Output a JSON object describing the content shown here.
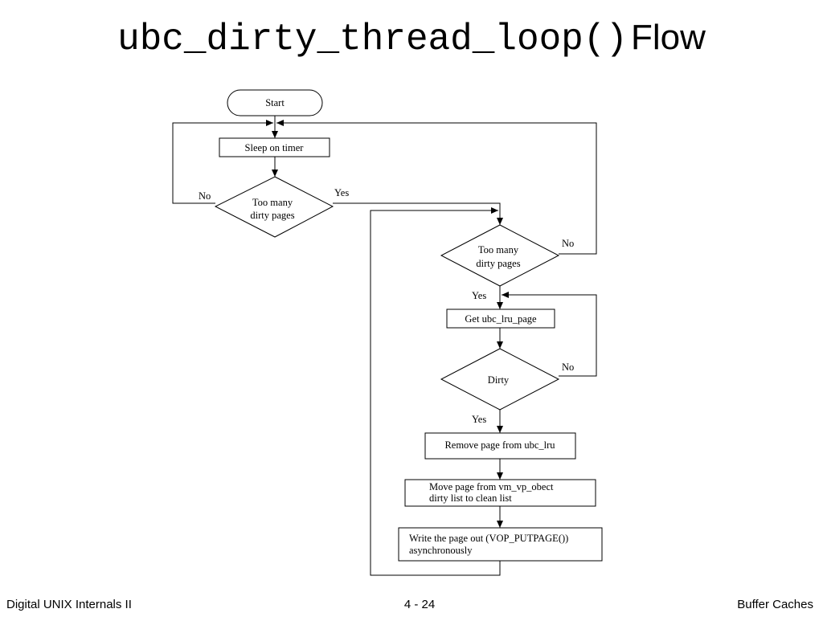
{
  "title": {
    "code": "ubc_dirty_thread_loop()",
    "text": "Flow"
  },
  "diagram": {
    "start": "Start",
    "sleep": "Sleep on timer",
    "decision1": {
      "line1": "Too many",
      "line2": "dirty pages",
      "no": "No",
      "yes": "Yes"
    },
    "decision2": {
      "line1": "Too many",
      "line2": "dirty pages",
      "no": "No",
      "yes": "Yes"
    },
    "get_page": "Get ubc_lru_page",
    "decision3": {
      "label": "Dirty",
      "no": "No",
      "yes": "Yes"
    },
    "remove": "Remove page from ubc_lru",
    "move": {
      "line1": "Move page from vm_vp_obect",
      "line2": "dirty list to clean list"
    },
    "write": {
      "line1": "Write the page out (VOP_PUTPAGE())",
      "line2": "asynchronously"
    }
  },
  "footer": {
    "left": "Digital UNIX Internals II",
    "center": "4 - 24",
    "right": "Buffer Caches"
  }
}
